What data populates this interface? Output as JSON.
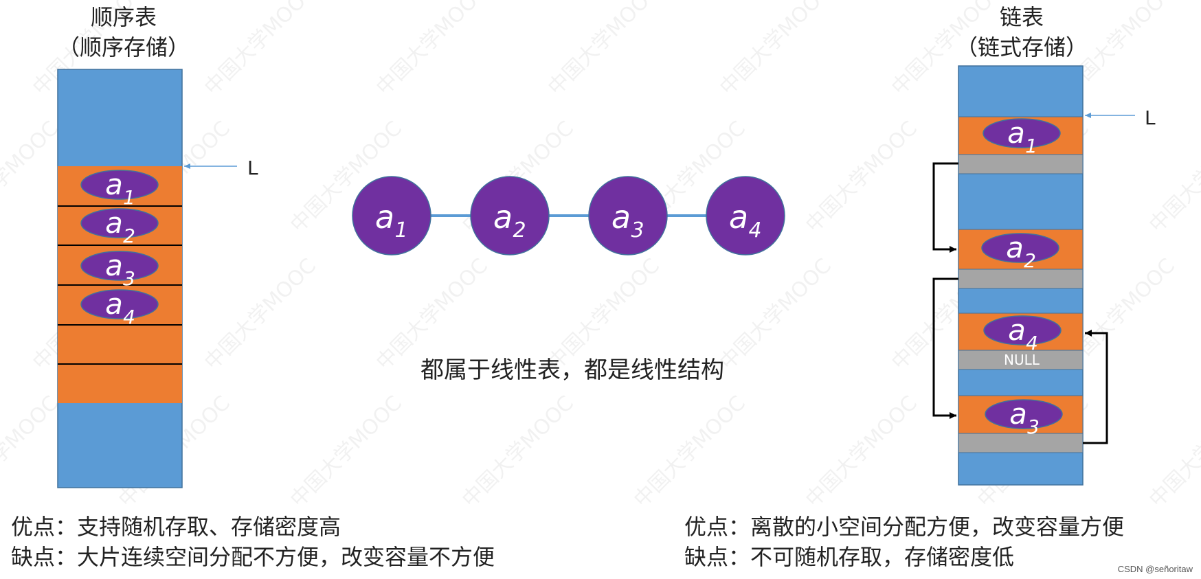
{
  "left_panel": {
    "title_line1": "顺序表",
    "title_line2": "（顺序存储）",
    "pointer_label": "L",
    "elements": [
      {
        "base": "a",
        "sub": "1"
      },
      {
        "base": "a",
        "sub": "2"
      },
      {
        "base": "a",
        "sub": "3"
      },
      {
        "base": "a",
        "sub": "4"
      }
    ]
  },
  "middle": {
    "nodes": [
      {
        "base": "a",
        "sub": "1"
      },
      {
        "base": "a",
        "sub": "2"
      },
      {
        "base": "a",
        "sub": "3"
      },
      {
        "base": "a",
        "sub": "4"
      }
    ],
    "caption": "都属于线性表，都是线性结构"
  },
  "right_panel": {
    "title_line1": "链表",
    "title_line2": "（链式存储）",
    "pointer_label": "L",
    "null_label": "NULL",
    "elements": [
      {
        "base": "a",
        "sub": "1"
      },
      {
        "base": "a",
        "sub": "2"
      },
      {
        "base": "a",
        "sub": "4"
      },
      {
        "base": "a",
        "sub": "3"
      }
    ]
  },
  "notes_left": {
    "pros": "优点：支持随机存取、存储密度高",
    "cons": "缺点：大片连续空间分配不方便，改变容量不方便"
  },
  "notes_right": {
    "pros": "优点：离散的小空间分配方便，改变容量方便",
    "cons": "缺点：不可随机存取，存储密度低"
  },
  "watermark": "中国大学MOOC",
  "credit": "CSDN @señoritaw",
  "colors": {
    "memory_blue": "#5b9bd5",
    "data_orange": "#ed7d31",
    "pointer_gray": "#a5a5a5",
    "node_purple": "#7030a0",
    "edge_blue": "#5b9bd5",
    "pointer_arrow": "#5b9bd5"
  }
}
